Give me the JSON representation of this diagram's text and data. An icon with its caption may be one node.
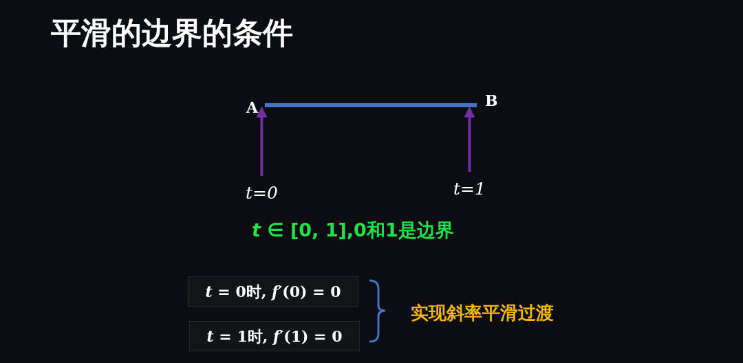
{
  "diagram": {
    "title": "平滑的边界的条件",
    "nodes": [
      {
        "text": [],
        "shape": "bar"
      },
      {
        "text": [
          "*t*=*0*"
        ]
      },
      {
        "text": [
          "*t*=*1*"
        ]
      },
      {
        "text": [
          "*t* = 0时, *f*′(0) = 0"
        ]
      },
      {
        "text": [
          "*t* = 1时, *f*′(1) = 0"
        ]
      }
    ],
    "edges": [
      {
        "from": 1,
        "to": 0,
        "arrow": "to"
      },
      {
        "from": 2,
        "to": 0,
        "arrow": "to"
      }
    ],
    "labels": [
      "A",
      "B",
      "*t* ∈ [0, 1],0和1是边界",
      "实现斜率平滑过渡"
    ]
  }
}
